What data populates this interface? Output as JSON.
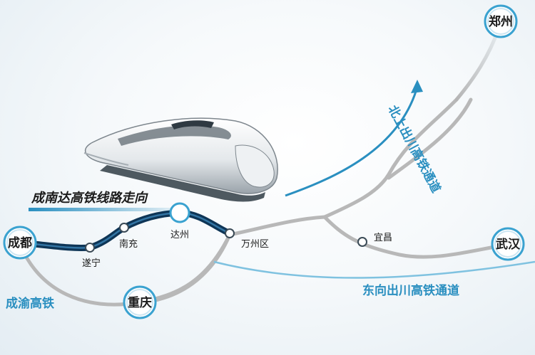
{
  "map": {
    "title": "成南达高铁线路走向",
    "corridors": {
      "north": "北上出川高铁通道",
      "east": "东向出川高铁通道",
      "chengyu": "成渝高铁"
    },
    "cities": {
      "chengdu": "成都",
      "suining": "遂宁",
      "nanchong": "南充",
      "dazhou": "达州",
      "wanzhou": "万州区",
      "chongqing": "重庆",
      "yichang": "宜昌",
      "wuhan": "武汉",
      "zhengzhou": "郑州"
    },
    "colors": {
      "route": "#0e3556",
      "rail": "#b5b5b5",
      "corridor": "#2a8fc0",
      "node_ring": "#3aa2d0"
    },
    "illustration": "high-speed-train"
  }
}
